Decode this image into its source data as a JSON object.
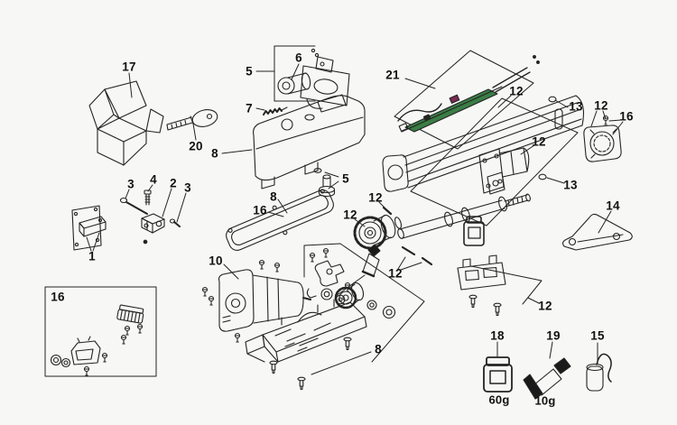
{
  "diagram": {
    "type": "exploded-parts-diagram",
    "colors": {
      "background": "#f7f7f5",
      "line": "#232323",
      "pcb_green": "#3a7d46",
      "connector_magenta": "#7a2b52"
    },
    "callouts": {
      "c17": "17",
      "c20": "20",
      "c8_cover": "8",
      "c5_lock": "5",
      "c6": "6",
      "c7": "7",
      "c21": "21",
      "c12_rail": "12",
      "c13_top": "13",
      "c12_endcap": "12",
      "c16_endcap": "16",
      "c12_motor": "12",
      "c13_mid": "13",
      "c14": "14",
      "c5_pin": "5",
      "c8_gasket": "8",
      "c16_gasket": "16",
      "c12_pin": "12",
      "c12_gear": "12",
      "c12_pins": "12",
      "c10": "10",
      "c8_base": "8",
      "c12_bracket": "12",
      "c18": "18",
      "c19": "19",
      "c15": "15",
      "c16_box": "16",
      "c3_left": "3",
      "c4": "4",
      "c2": "2",
      "c3_right": "3",
      "c1": "1"
    },
    "annotations": {
      "grease_jar_weight": "60g",
      "grease_tube_weight": "10g"
    }
  }
}
